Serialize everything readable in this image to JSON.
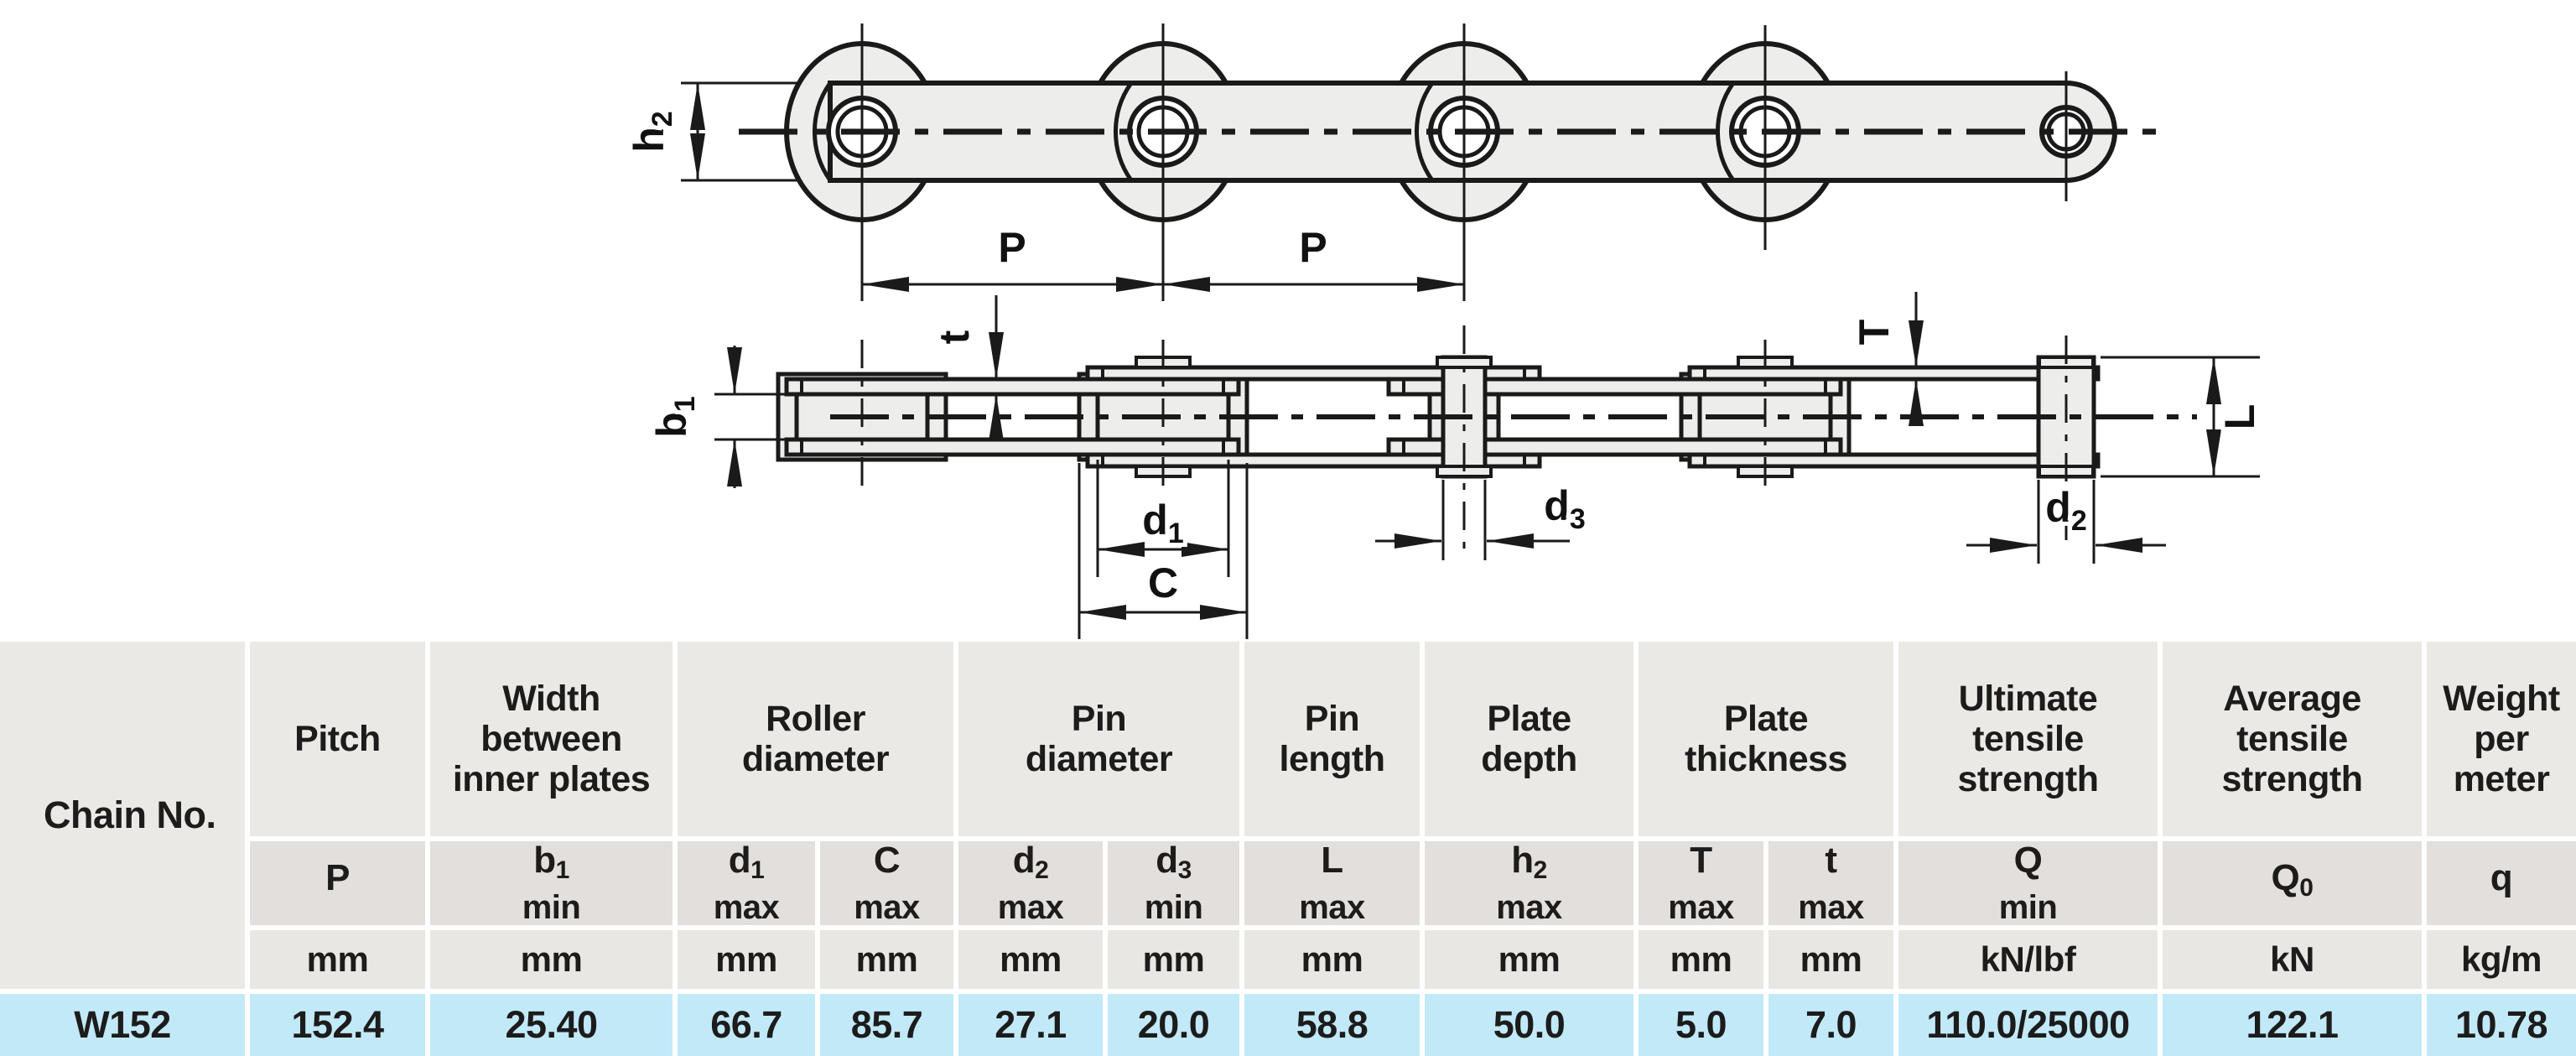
{
  "table": {
    "chain_no_header": "Chain No.",
    "groups": {
      "pitch": {
        "l1": "Pitch"
      },
      "width": {
        "l1": "Width",
        "l2": "between",
        "l3": "inner plates"
      },
      "roller_dia": {
        "l1": "Roller",
        "l2": "diameter"
      },
      "pin_dia": {
        "l1": "Pin",
        "l2": "diameter"
      },
      "pin_len": {
        "l1": "Pin",
        "l2": "length"
      },
      "plate_depth": {
        "l1": "Plate",
        "l2": "depth"
      },
      "plate_thick": {
        "l1": "Plate",
        "l2": "thickness"
      },
      "ult": {
        "l1": "Ultimate",
        "l2": "tensile",
        "l3": "strength"
      },
      "avg": {
        "l1": "Average",
        "l2": "tensile",
        "l3": "strength"
      },
      "weight": {
        "l1": "Weight",
        "l2": "per",
        "l3": "meter"
      }
    },
    "symbols": [
      {
        "main": "P",
        "sub": "",
        "qual": ""
      },
      {
        "main": "b",
        "sub": "1",
        "qual": "min"
      },
      {
        "main": "d",
        "sub": "1",
        "qual": "max"
      },
      {
        "main": "C",
        "sub": "",
        "qual": "max"
      },
      {
        "main": "d",
        "sub": "2",
        "qual": "max"
      },
      {
        "main": "d",
        "sub": "3",
        "qual": "min"
      },
      {
        "main": "L",
        "sub": "",
        "qual": "max"
      },
      {
        "main": "h",
        "sub": "2",
        "qual": "max"
      },
      {
        "main": "T",
        "sub": "",
        "qual": "max"
      },
      {
        "main": "t",
        "sub": "",
        "qual": "max"
      },
      {
        "main": "Q",
        "sub": "",
        "qual": "min"
      },
      {
        "main": "Q",
        "sub": "0",
        "qual": ""
      },
      {
        "main": "q",
        "sub": "",
        "qual": ""
      }
    ],
    "units": [
      "mm",
      "mm",
      "mm",
      "mm",
      "mm",
      "mm",
      "mm",
      "mm",
      "mm",
      "mm",
      "kN/lbf",
      "kN",
      "kg/m"
    ],
    "row": {
      "chain_no": "W152",
      "values": [
        "152.4",
        "25.40",
        "66.7",
        "85.7",
        "27.1",
        "20.0",
        "58.8",
        "50.0",
        "5.0",
        "7.0",
        "110.0/25000",
        "122.1",
        "10.78"
      ]
    }
  },
  "diagram": {
    "labels": {
      "h2": {
        "m": "h",
        "s": "2"
      },
      "b1": {
        "m": "b",
        "s": "1"
      },
      "d1": {
        "m": "d",
        "s": "1"
      },
      "d2": {
        "m": "d",
        "s": "2"
      },
      "d3": {
        "m": "d",
        "s": "3"
      },
      "P": "P",
      "t": "t",
      "T": "T",
      "C": "C",
      "L": "L"
    }
  },
  "colors": {
    "data_row_bg": "#c2e9f8",
    "header_bg": "#ebe9e6",
    "symbol_bg": "#e2dfdc",
    "line": "#1a1a1a"
  }
}
